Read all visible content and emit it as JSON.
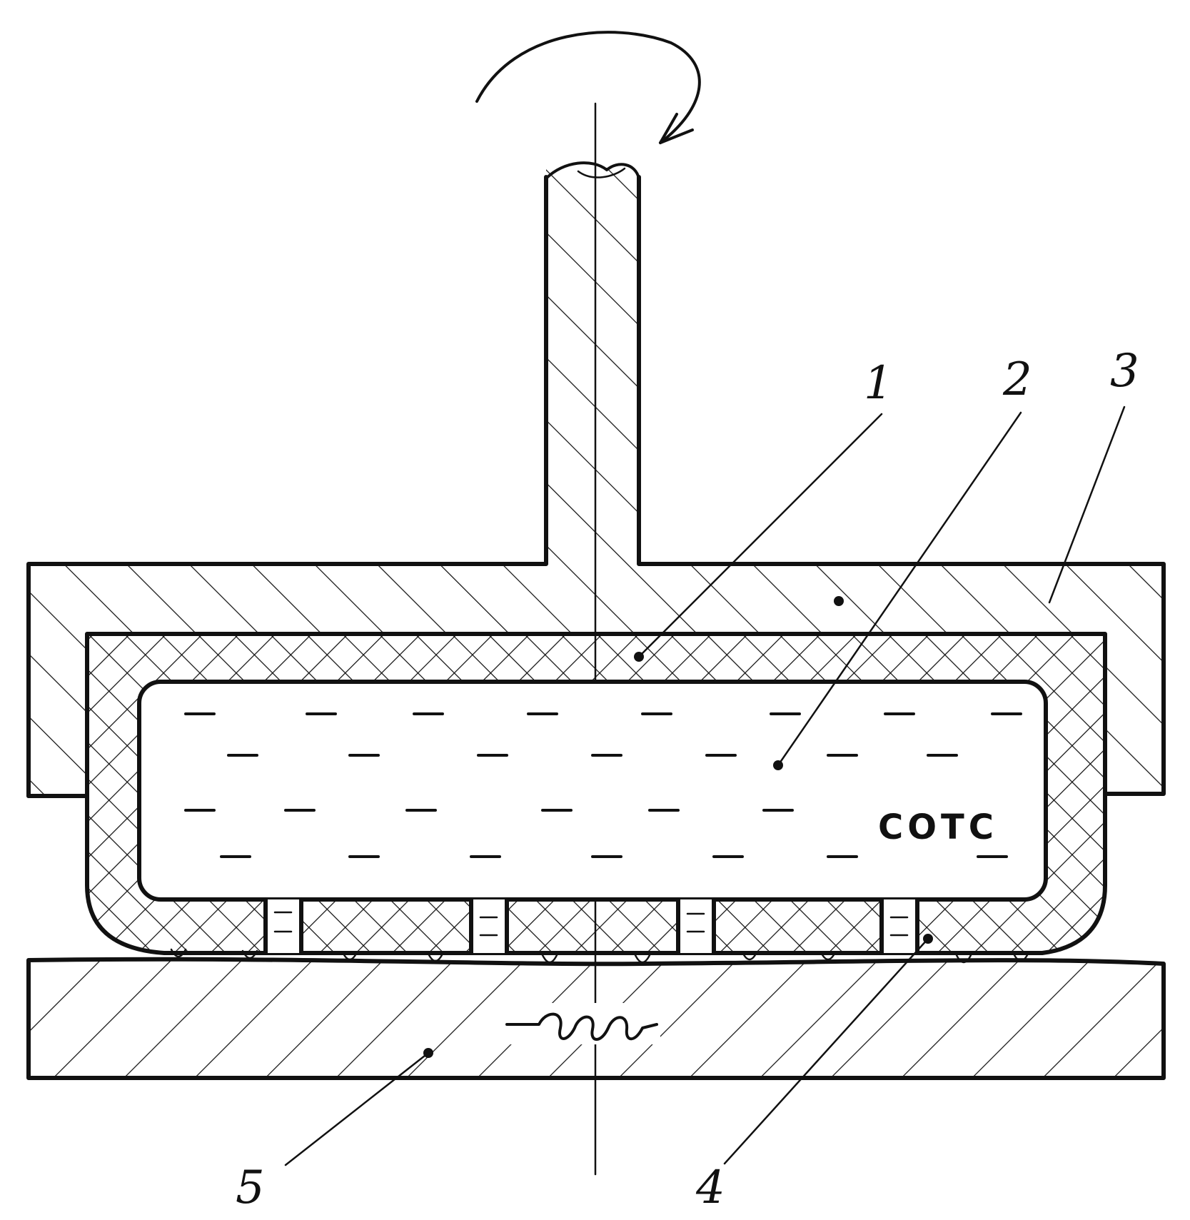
{
  "diagram": {
    "labels": {
      "part_1": "1",
      "part_2": "2",
      "part_3": "3",
      "part_4": "4",
      "part_5": "5",
      "fluid": "СОТС"
    },
    "icons": {
      "rotation": "rotation-arrow-icon",
      "heater": "heating-coil-icon"
    },
    "colors": {
      "ink": "#111111",
      "background": "#ffffff"
    }
  }
}
